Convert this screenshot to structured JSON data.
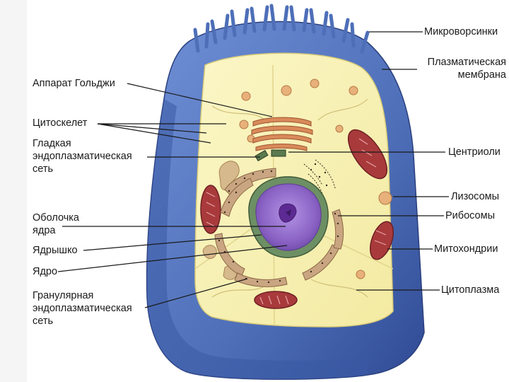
{
  "colors": {
    "outer_membrane": "#4e6fb8",
    "outer_membrane_dark": "#2f4a94",
    "cytoplasm": "#f7f2b4",
    "nucleus": "#8a62c4",
    "nucleolus": "#5c2a92",
    "mitochondria": "#a83a3c",
    "golgi": "#d98a5a",
    "er": "#c9a582",
    "lysosome": "#e8b07a",
    "nuclear_envelope": "#6d8f64"
  },
  "labels_left": {
    "golgi": "Аппарат Гольджи",
    "cytoskeleton": "Цитоскелет",
    "smooth_er_1": "Гладкая",
    "smooth_er_2": "эндоплазматическая",
    "smooth_er_3": "сеть",
    "envelope_1": "Оболочка",
    "envelope_2": "ядра",
    "nucleolus": "Ядрышко",
    "nucleus": "Ядро",
    "rough_er_1": "Гранулярная",
    "rough_er_2": "эндоплазматическая",
    "rough_er_3": "сеть"
  },
  "labels_right": {
    "microvilli": "Микроворсинки",
    "plasma_membrane_1": "Плазматическая",
    "plasma_membrane_2": "мембрана",
    "centrioles": "Центриоли",
    "lysosomes": "Лизосомы",
    "ribosomes": "Рибосомы",
    "mitochondria": "Митохондрии",
    "cytoplasm": "Цитоплазма"
  }
}
